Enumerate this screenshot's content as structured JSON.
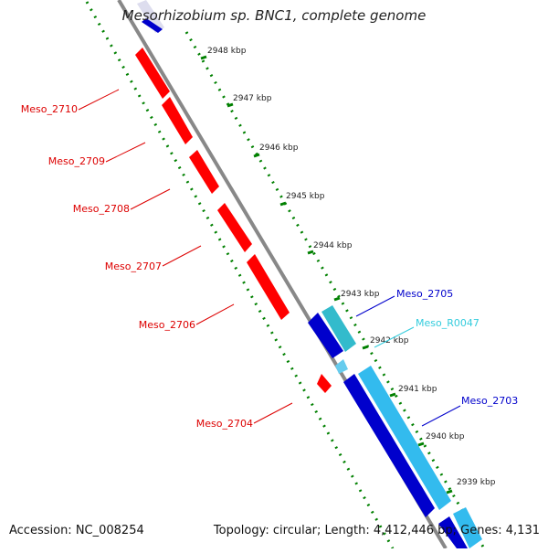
{
  "title": "Mesorhizobium sp. BNC1, complete genome",
  "accession": "Accession: NC_008254",
  "summary": "Topology: circular; Length: 4,412,446 bp; Genes: 4,131",
  "ticks": [
    "2948 kbp",
    "2947 kbp",
    "2946 kbp",
    "2945 kbp",
    "2944 kbp",
    "2943 kbp",
    "2942 kbp",
    "2941 kbp",
    "2940 kbp",
    "2939 kbp"
  ],
  "genes": [
    {
      "label": "Meso_2710",
      "strand": "reverse",
      "color": "#ff0000"
    },
    {
      "label": "Meso_2709",
      "strand": "reverse",
      "color": "#ff0000"
    },
    {
      "label": "Meso_2708",
      "strand": "reverse",
      "color": "#ff0000"
    },
    {
      "label": "Meso_2707",
      "strand": "reverse",
      "color": "#ff0000"
    },
    {
      "label": "Meso_2706",
      "strand": "reverse",
      "color": "#ff0000"
    },
    {
      "label": "Meso_2704",
      "strand": "reverse",
      "color": "#ff0000"
    },
    {
      "label": "Meso_2705",
      "strand": "forward",
      "color": "#0000cc"
    },
    {
      "label": "Meso_R0047",
      "strand": "forward",
      "color": "#33ccdd"
    },
    {
      "label": "Meso_2703",
      "strand": "forward",
      "color": "#0000cc"
    }
  ],
  "colors": {
    "backbone": "#888888",
    "tick": "#008000",
    "reverse_label": "#dd0000",
    "forward_label": "#0000cc",
    "rna_label": "#33ccdd"
  }
}
